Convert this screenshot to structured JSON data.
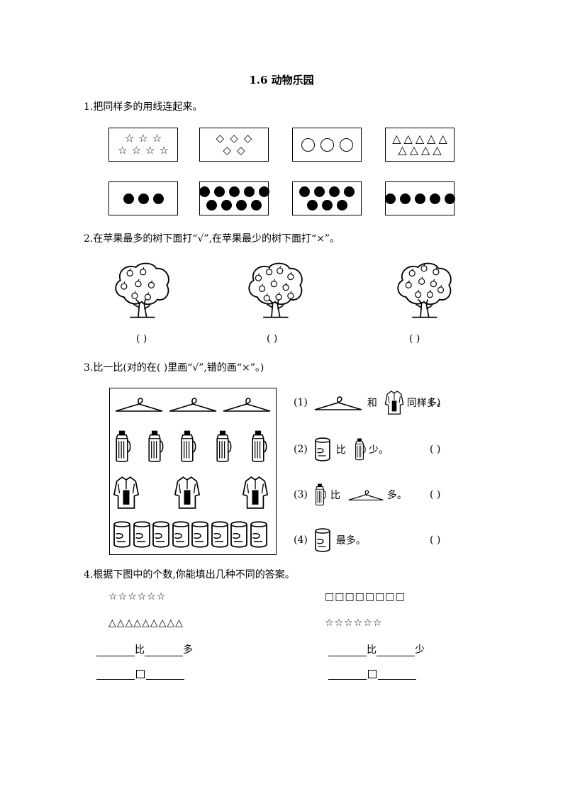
{
  "title": "1.6   动物乐园",
  "q1": {
    "text": "1.把同样多的用线连起来。",
    "top_boxes": [
      {
        "shape": "star",
        "rows": [
          3,
          4
        ]
      },
      {
        "shape": "diamond",
        "rows": [
          3,
          2
        ]
      },
      {
        "shape": "circle",
        "rows": [
          3
        ]
      },
      {
        "shape": "triangle",
        "rows": [
          5,
          4
        ]
      }
    ],
    "bottom_boxes": [
      {
        "shape": "dot",
        "rows": [
          3
        ]
      },
      {
        "shape": "dot",
        "rows": [
          5,
          4
        ]
      },
      {
        "shape": "dot",
        "rows": [
          4,
          3
        ]
      },
      {
        "shape": "dot",
        "rows": [
          5
        ]
      }
    ]
  },
  "q2": {
    "text": "2.在苹果最多的树下面打“√”,在苹果最少的树下面打“×”。",
    "tree_apples": [
      7,
      10,
      9
    ],
    "answer_paren": "(     )"
  },
  "q3": {
    "text": "3.比一比(对的在( )里画“√”,错的画“×”。)",
    "counts": {
      "hangers": 3,
      "thermos": 5,
      "clothes": 3,
      "cans": 8
    },
    "statements": [
      {
        "num": "(1)",
        "w1": "和",
        "w2": "同样多。",
        "paren": "(   )"
      },
      {
        "num": "(2)",
        "w1": "比",
        "w2": "少。",
        "paren": "(   )"
      },
      {
        "num": "(3)",
        "w1": "比",
        "w2": "多。",
        "paren": "(   )"
      },
      {
        "num": "(4)",
        "w1": "",
        "w2": "最多。",
        "paren": "(   )"
      }
    ]
  },
  "q4": {
    "text": "4.根据下图中的个数,你能填出几种不同的答案。",
    "left_row1": "☆☆☆☆☆☆",
    "left_row2": "△△△△△△△△△",
    "right_row1": "□□□□□□□□",
    "right_row2": "☆☆☆☆☆☆",
    "left_compare_word": "比",
    "left_compare_end": "多",
    "right_compare_word": "比",
    "right_compare_end": "少"
  }
}
